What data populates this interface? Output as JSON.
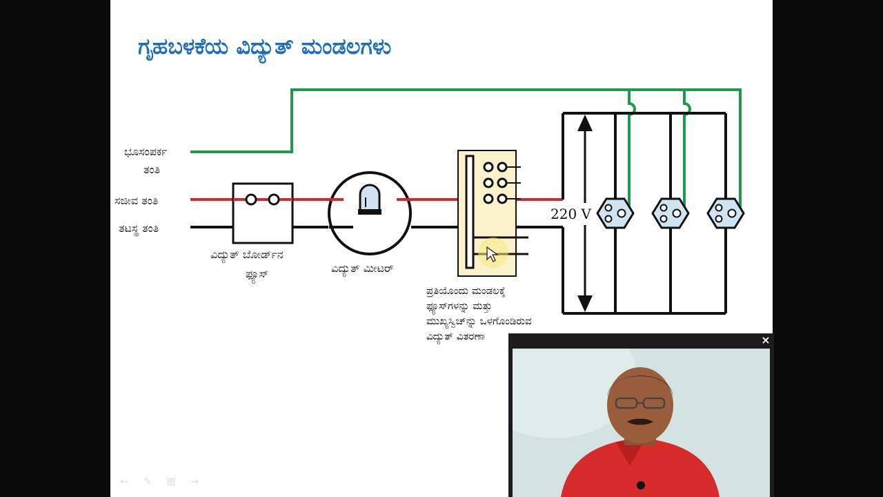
{
  "slide": {
    "title": "ಗೃಹಬಳಕೆಯ ವಿದ್ಯುತ್ ಮಂಡಲಗಳು"
  },
  "labels": {
    "earth_wire_1": "ಭೂಸಂಪರ್ಕ",
    "earth_wire_2": "ತಂತಿ",
    "live_wire": "ಸಜೀವ ತಂತಿ",
    "neutral_wire": "ತಟಸ್ಥ ತಂತಿ",
    "board_fuse_1": "ವಿದ್ಯುತ್ ಬೋರ್ಡ್‌ನ",
    "board_fuse_2": "ಫ್ಯೂಸ್",
    "meter": "ವಿದ್ಯುತ್ ಮೀಟರ್",
    "distribution_1": "ಪ್ರತಿಯೊಂದು ಮಂಡಲಕ್ಕೆ",
    "distribution_2": "ಫ್ಯೂಸ್‌ಗಳನ್ನು ಮತ್ತು",
    "distribution_3": "ಮುಖ್ಯಸ್ವಿಚ್‌ನ್ನು ಒಳಗೊಂಡಿರುವ",
    "distribution_4": "ವಿದ್ಯುತ್ ವಿತರಣಾ",
    "voltage": "220 V"
  },
  "colors": {
    "earth": "#1e9a4a",
    "live": "#d8262c",
    "neutral": "#111111",
    "title": "#1e6fb8",
    "socket_fill": "#cfe3f1",
    "distribution_box": "#fbf2cc"
  },
  "icons": {
    "close": "close-icon",
    "nav": [
      "arrow-left-icon",
      "pen-icon",
      "menu-icon",
      "arrow-right-icon"
    ]
  },
  "video": {
    "close_label": "×"
  }
}
